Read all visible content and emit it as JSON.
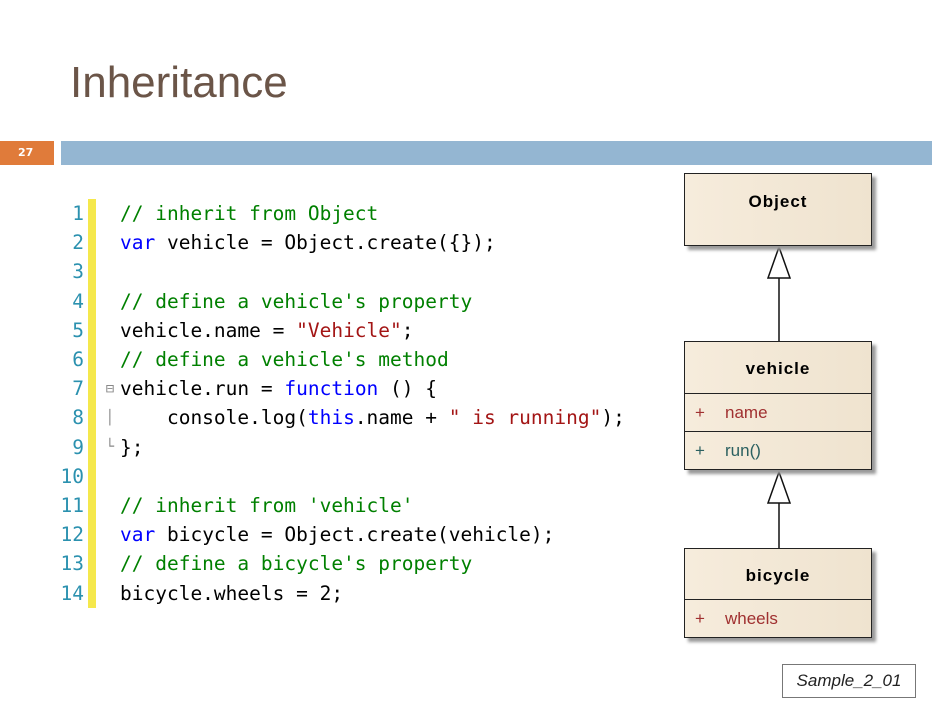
{
  "title": "Inheritance",
  "slide_number": "27",
  "code": [
    {
      "n": "1",
      "fold": "",
      "tokens": [
        [
          "c",
          "// inherit from Object"
        ]
      ]
    },
    {
      "n": "2",
      "fold": "",
      "tokens": [
        [
          "k",
          "var"
        ],
        [
          "p",
          " vehicle = Object.create({});"
        ]
      ]
    },
    {
      "n": "3",
      "fold": "",
      "tokens": []
    },
    {
      "n": "4",
      "fold": "",
      "tokens": [
        [
          "c",
          "// define a vehicle's property"
        ]
      ]
    },
    {
      "n": "5",
      "fold": "",
      "tokens": [
        [
          "p",
          "vehicle.name = "
        ],
        [
          "s",
          "\"Vehicle\""
        ],
        [
          "p",
          ";"
        ]
      ]
    },
    {
      "n": "6",
      "fold": "",
      "tokens": [
        [
          "c",
          "// define a vehicle's method"
        ]
      ]
    },
    {
      "n": "7",
      "fold": "⊟",
      "tokens": [
        [
          "p",
          "vehicle.run = "
        ],
        [
          "k",
          "function"
        ],
        [
          "p",
          " () {"
        ]
      ]
    },
    {
      "n": "8",
      "fold": "│",
      "tokens": [
        [
          "p",
          "    console.log("
        ],
        [
          "k",
          "this"
        ],
        [
          "p",
          ".name + "
        ],
        [
          "s",
          "\" is running\""
        ],
        [
          "p",
          ");"
        ]
      ]
    },
    {
      "n": "9",
      "fold": "└",
      "tokens": [
        [
          "p",
          "};"
        ]
      ]
    },
    {
      "n": "10",
      "fold": "",
      "tokens": []
    },
    {
      "n": "11",
      "fold": "",
      "tokens": [
        [
          "c",
          "// inherit from 'vehicle'"
        ]
      ]
    },
    {
      "n": "12",
      "fold": "",
      "tokens": [
        [
          "k",
          "var"
        ],
        [
          "p",
          " bicycle = Object.create(vehicle);"
        ]
      ]
    },
    {
      "n": "13",
      "fold": "",
      "tokens": [
        [
          "c",
          "// define a bicycle's property"
        ]
      ]
    },
    {
      "n": "14",
      "fold": "",
      "tokens": [
        [
          "p",
          "bicycle.wheels = 2;"
        ]
      ]
    }
  ],
  "uml": {
    "object": {
      "name": "Object"
    },
    "vehicle": {
      "name": "vehicle",
      "attr_vis": "+",
      "attr": "name",
      "method_vis": "+",
      "method": "run()"
    },
    "bicycle": {
      "name": "bicycle",
      "attr_vis": "+",
      "attr": "wheels"
    }
  },
  "sample_label": "Sample_2_01"
}
